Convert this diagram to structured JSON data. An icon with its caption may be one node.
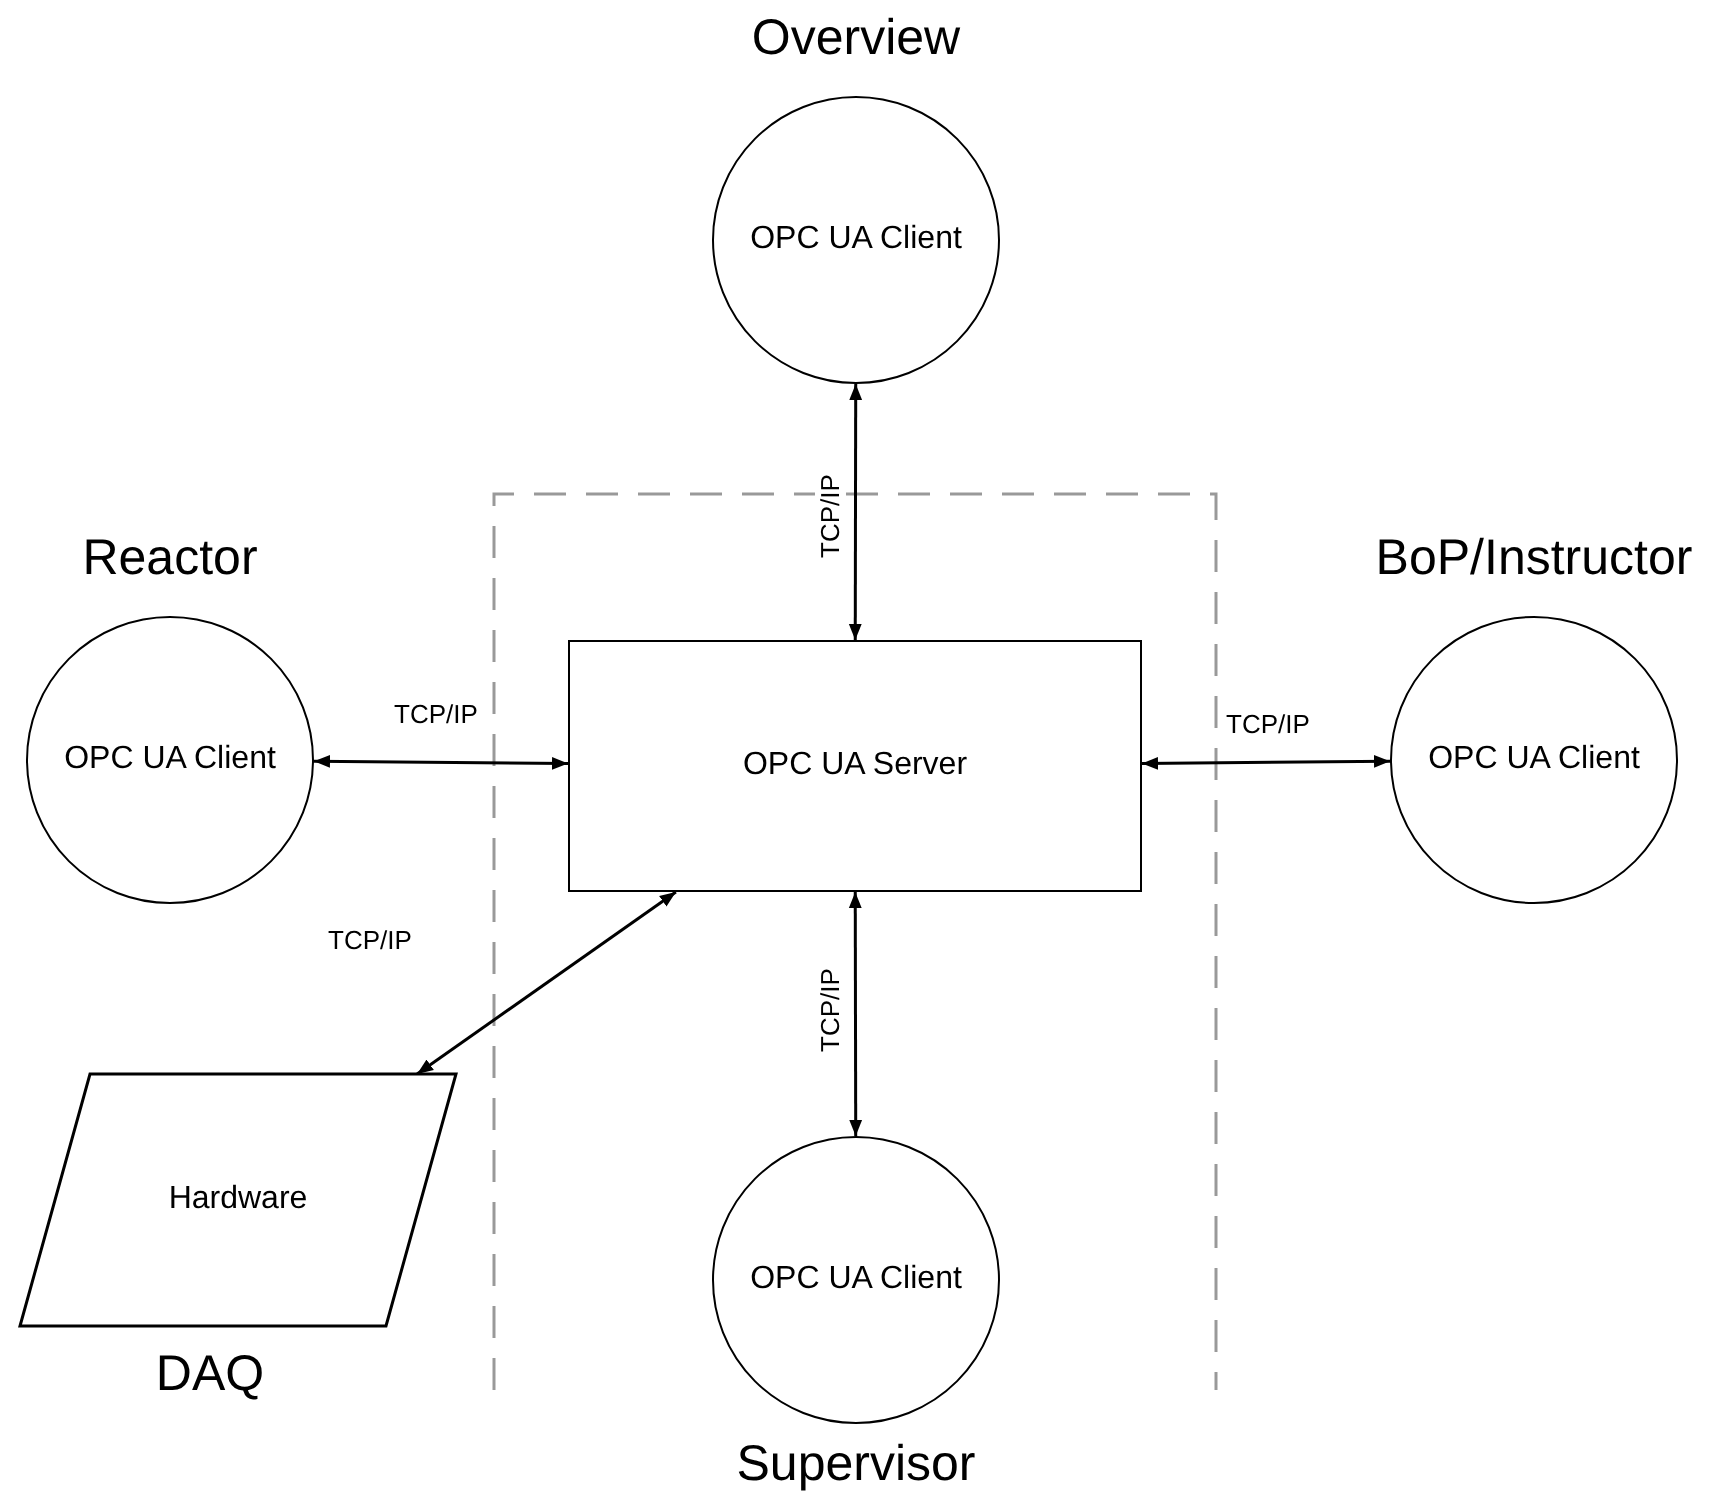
{
  "diagram": {
    "nodes": [
      {
        "text": [
          "Overview",
          "OPC UA Client"
        ]
      },
      {
        "text": [
          "Reactor",
          "OPC UA Client"
        ]
      },
      {
        "text": [
          "OPC UA Server"
        ]
      },
      {
        "text": [
          "BoP/Instructor",
          "OPC UA Client"
        ]
      },
      {
        "text": [
          "Hardware",
          "DAQ"
        ]
      },
      {
        "text": [
          "OPC UA Client",
          "Supervisor"
        ]
      }
    ],
    "edges": [
      {
        "from": 0,
        "to": 2,
        "arrow": "both",
        "label": "TCP/IP"
      },
      {
        "from": 1,
        "to": 2,
        "arrow": "both",
        "label": "TCP/IP"
      },
      {
        "from": 2,
        "to": 3,
        "arrow": "both",
        "label": "TCP/IP"
      },
      {
        "from": 2,
        "to": 4,
        "arrow": "both",
        "label": "TCP/IP"
      },
      {
        "from": 2,
        "to": 5,
        "arrow": "both",
        "label": "TCP/IP"
      }
    ]
  }
}
